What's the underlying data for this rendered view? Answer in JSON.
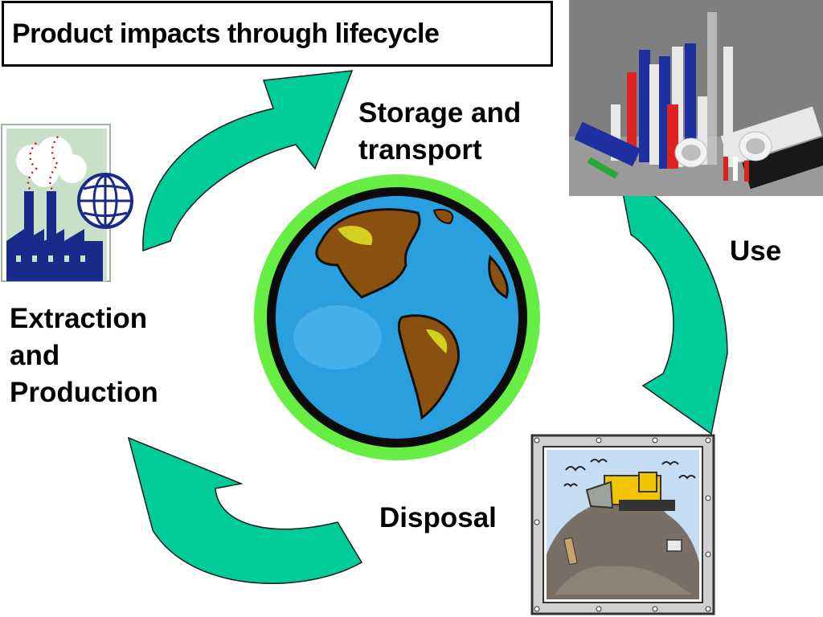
{
  "title": "Product impacts through lifecycle",
  "stages": {
    "storage": "Storage and transport",
    "use": "Use",
    "disposal": "Disposal",
    "extraction": "Extraction and Production"
  },
  "colors": {
    "arrow": "#00cc99",
    "arrow_outline": "#1a1a1a",
    "globe_ring": "#66ee44",
    "ocean": "#2a9fe0",
    "land": "#8a5010"
  },
  "icons": {
    "factory": "factory-icon",
    "world": "globe-icon",
    "pipes": "plastic-pipes-photo",
    "landfill": "landfill-bulldozer-icon"
  }
}
